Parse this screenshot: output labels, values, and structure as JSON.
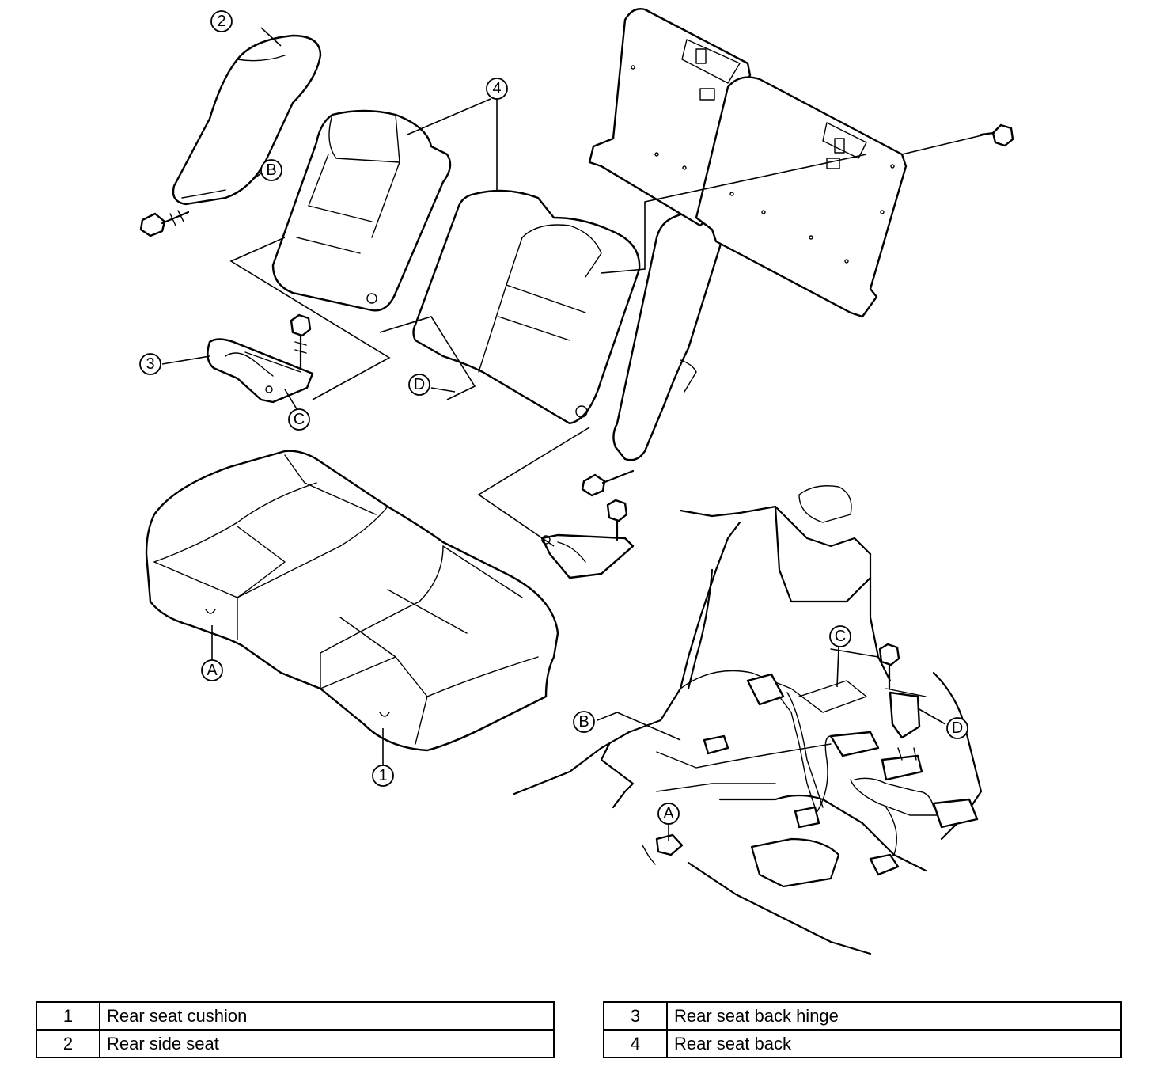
{
  "diagram": {
    "callouts": {
      "c1": "1",
      "c2": "2",
      "c3": "3",
      "c4": "4",
      "cA1": "A",
      "cA2": "A",
      "cB1": "B",
      "cB2": "B",
      "cC1": "C",
      "cC2": "C",
      "cD1": "D",
      "cD2": "D"
    }
  },
  "legend": {
    "left": [
      {
        "num": "1",
        "name": "Rear seat cushion"
      },
      {
        "num": "2",
        "name": "Rear side seat"
      }
    ],
    "right": [
      {
        "num": "3",
        "name": "Rear seat back hinge"
      },
      {
        "num": "4",
        "name": "Rear seat back"
      }
    ]
  }
}
